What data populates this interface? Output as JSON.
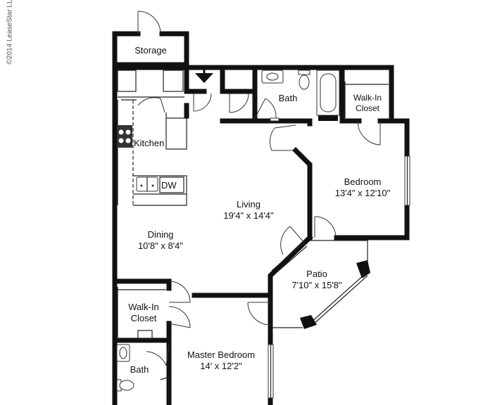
{
  "copyright": "©2014 LeaseStar LL",
  "rooms": {
    "storage": {
      "name": "Storage"
    },
    "kitchen": {
      "name": "Kitchen"
    },
    "dishwasher": {
      "name": "DW"
    },
    "bath_top": {
      "name": "Bath"
    },
    "walkin_top": {
      "name_line1": "Walk-In",
      "name_line2": "Closet"
    },
    "bedroom": {
      "name": "Bedroom",
      "dims": "13'4\" x 12'10\""
    },
    "living": {
      "name": "Living",
      "dims": "19'4\" x 14'4\""
    },
    "dining": {
      "name": "Dining",
      "dims": "10'8\" x 8'4\""
    },
    "patio": {
      "name": "Patio",
      "dims": "7'10\" x 15'8\""
    },
    "walkin_bottom": {
      "name_line1": "Walk-In",
      "name_line2": "Closet"
    },
    "master_bedroom": {
      "name": "Master Bedroom",
      "dims": "14' x 12'2\""
    },
    "bath_bottom": {
      "name": "Bath"
    }
  },
  "colors": {
    "wall": "#111111",
    "line": "#333333",
    "background": "#ffffff"
  }
}
